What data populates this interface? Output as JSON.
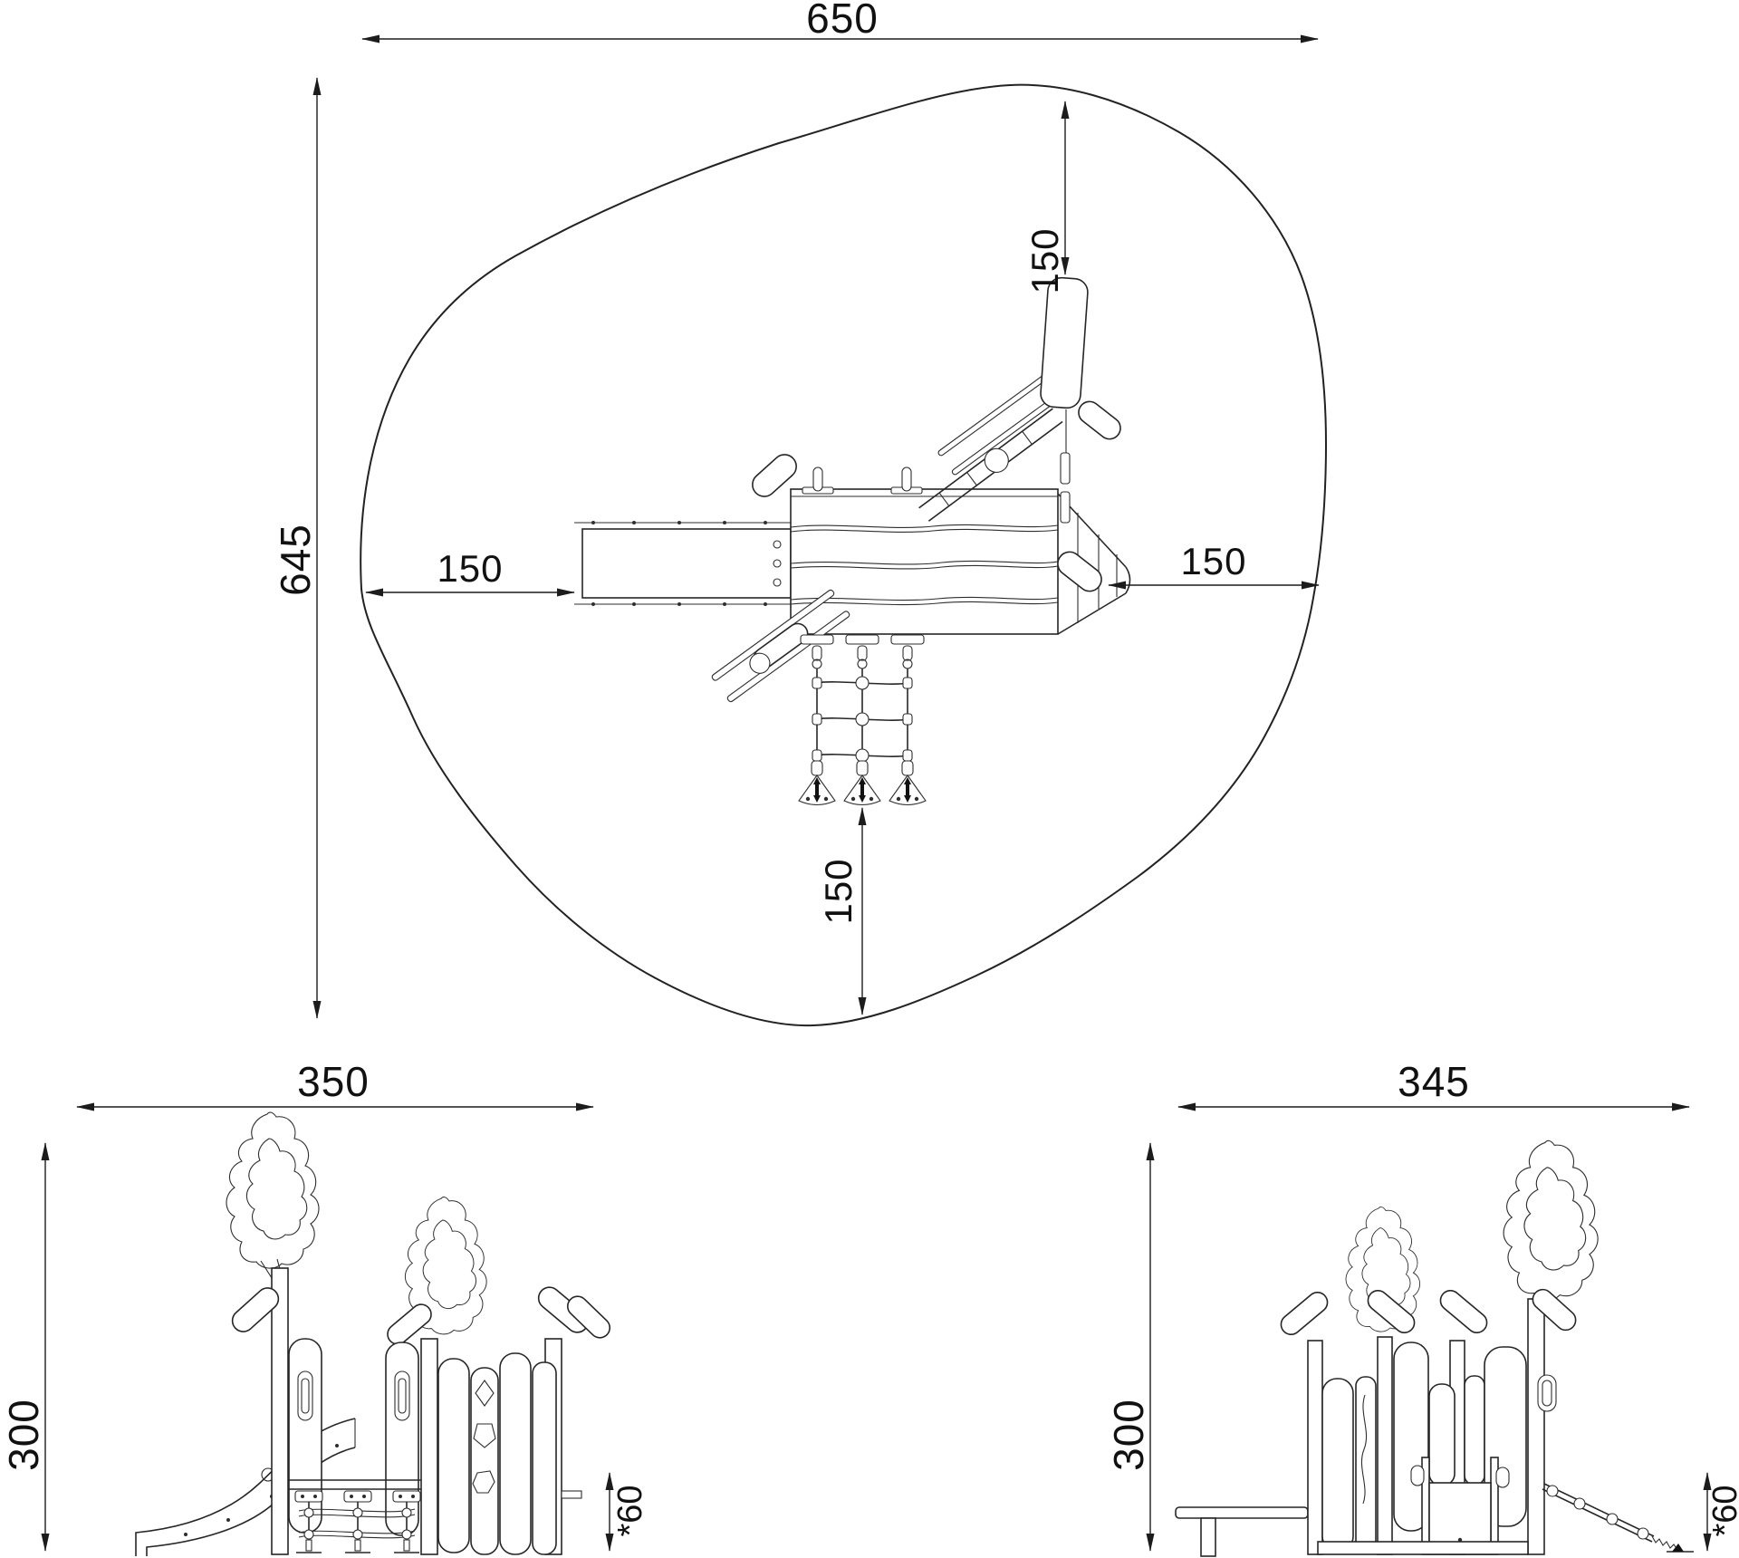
{
  "colors": {
    "background": "#ffffff",
    "line": "#1c1c1c",
    "text": "#111111"
  },
  "plan_view": {
    "overall_width": "650",
    "overall_height": "645",
    "clearance_top": "150",
    "clearance_left": "150",
    "clearance_right": "150",
    "clearance_bottom": "150"
  },
  "front_view": {
    "width": "350",
    "height": "300",
    "base_height": "*60"
  },
  "side_view": {
    "width": "345",
    "height": "300",
    "base_height": "*60"
  }
}
